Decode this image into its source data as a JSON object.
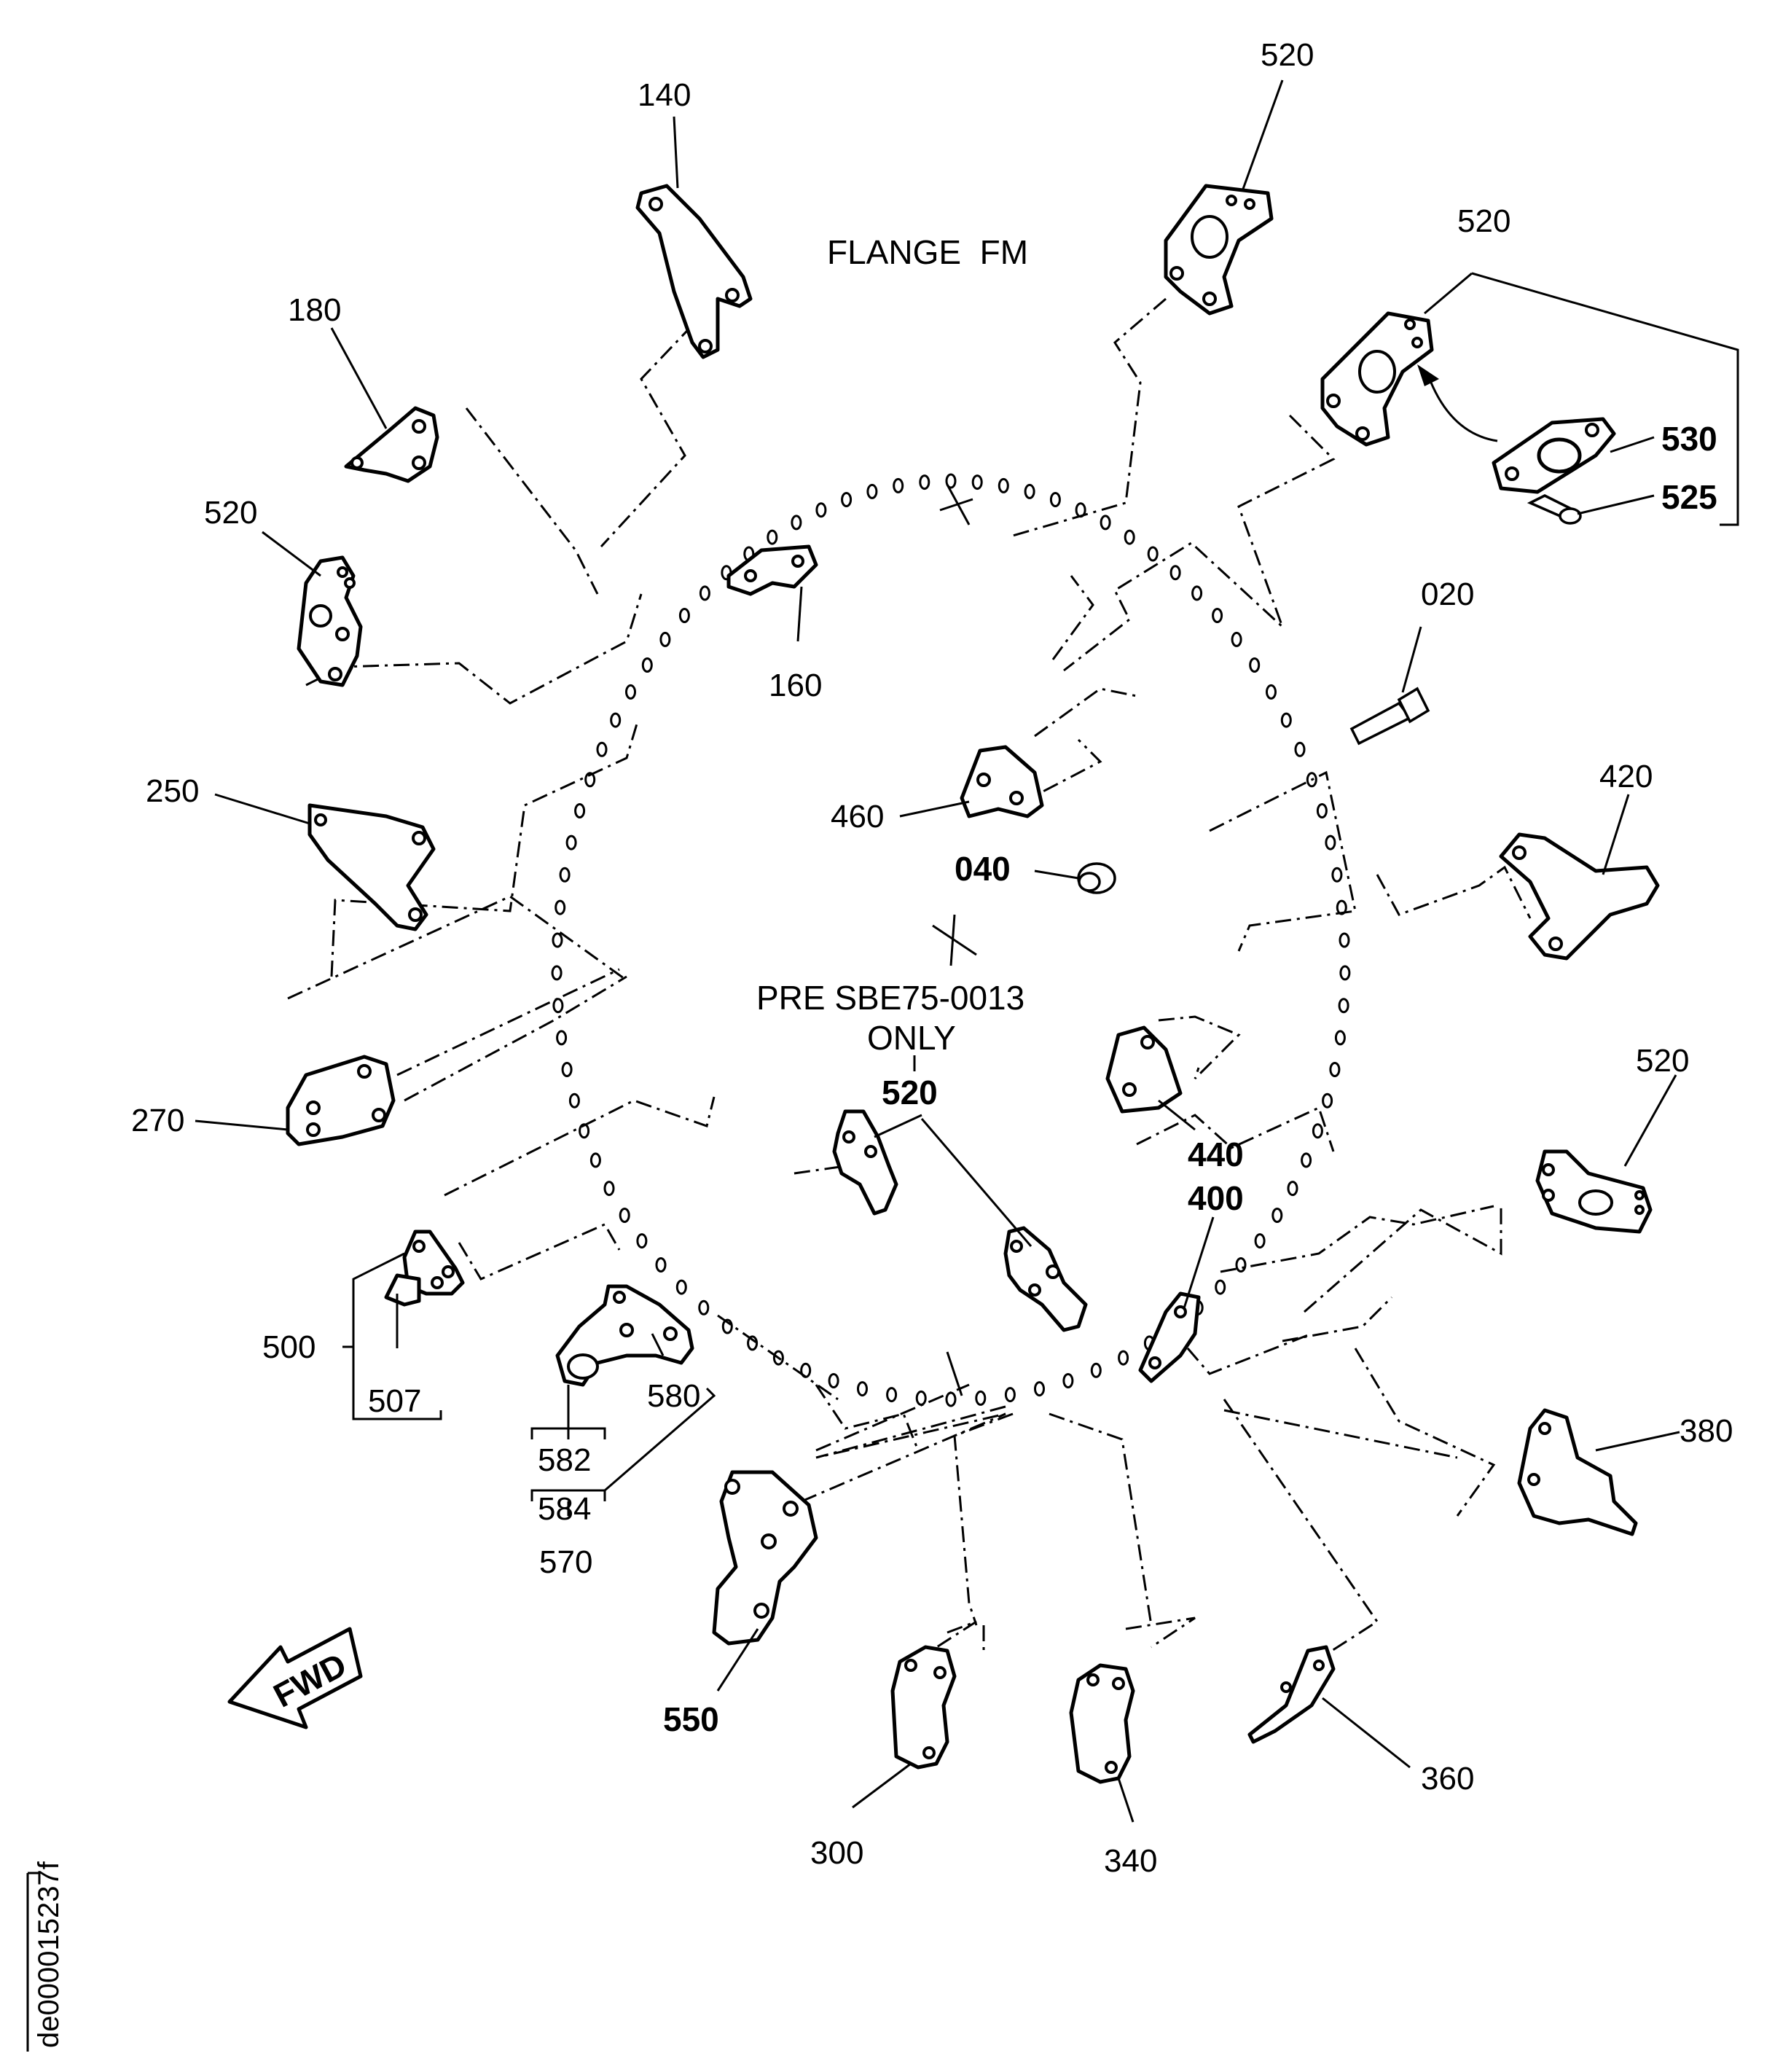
{
  "title": "FLANGE  FM",
  "note": {
    "line1": "PRE SBE75-0013",
    "line2": "ONLY",
    "part": "520"
  },
  "fwd_arrow": {
    "label": "FWD"
  },
  "figure_id": "de000015237f",
  "labels": {
    "p140": "140",
    "p520_top": "520",
    "p520_right": "520",
    "p530": "530",
    "p525": "525",
    "p180": "180",
    "p520_left": "520",
    "p160": "160",
    "p020": "020",
    "p250": "250",
    "p460": "460",
    "p420": "420",
    "p040": "040",
    "p270": "270",
    "p440": "440",
    "p400": "400",
    "p520_lower_right": "520",
    "p500": "500",
    "p507": "507",
    "p580": "580",
    "p582": "582",
    "p584": "584",
    "p570": "570",
    "p380": "380",
    "p550": "550",
    "p300": "300",
    "p340": "340",
    "p360": "360"
  }
}
